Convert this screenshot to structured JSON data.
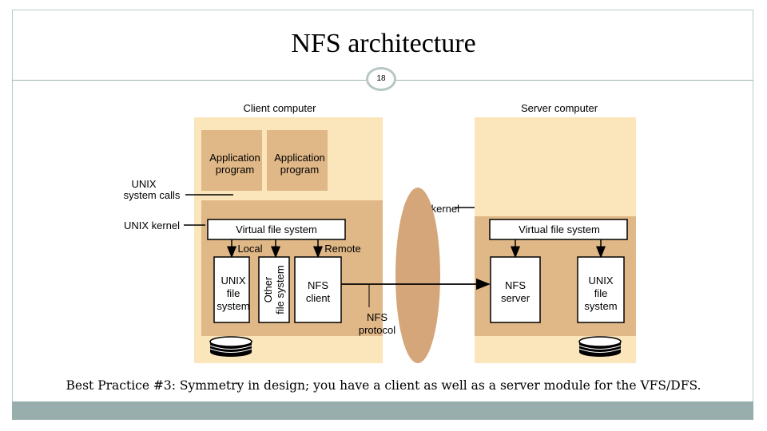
{
  "slide": {
    "title": "NFS architecture",
    "number": "18",
    "caption": "Best Practice #3: Symmetry in design; you have a client as well as a server module for the VFS/DFS."
  },
  "diagram": {
    "client_heading": "Client computer",
    "server_heading": "Server computer",
    "app1": [
      "Application",
      "program"
    ],
    "app2": [
      "Application",
      "program"
    ],
    "unix_system_calls": [
      "UNIX",
      "system calls"
    ],
    "unix_kernel_left": "UNIX kernel",
    "unix_kernel_mid": "UNIX kernel",
    "vfs_client": "Virtual file system",
    "vfs_server": "Virtual file system",
    "local": "Local",
    "remote": "Remote",
    "unix_fs_client": [
      "UNIX",
      "file",
      "system"
    ],
    "other_fs": [
      "Other",
      "file system"
    ],
    "nfs_client": [
      "NFS",
      "client"
    ],
    "nfs_protocol": [
      "NFS",
      "protocol"
    ],
    "nfs_server": [
      "NFS",
      "server"
    ],
    "unix_fs_server": [
      "UNIX",
      "file",
      "system"
    ],
    "colors": {
      "panel": "#fbe5bb",
      "app_box": "#e0b786",
      "protocol_ellipse": "#d5a67a",
      "footer": "#97aeac"
    }
  }
}
